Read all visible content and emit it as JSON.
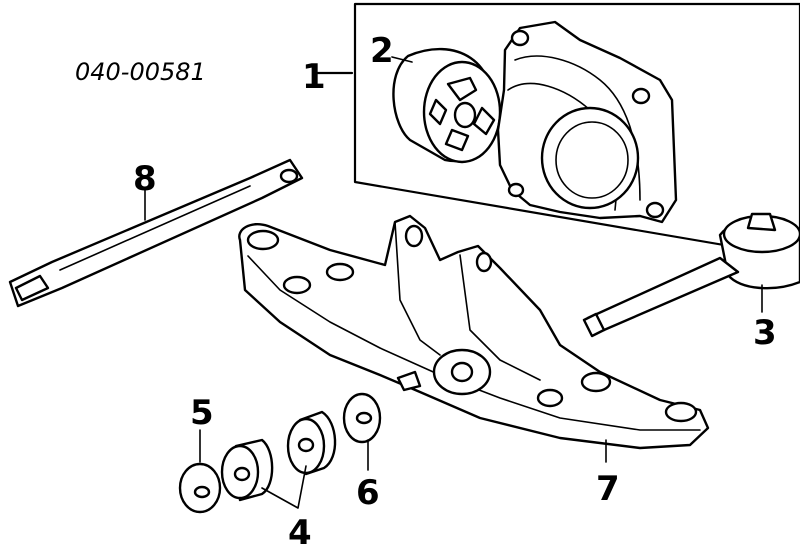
{
  "part_number": "040-00581",
  "callouts": {
    "c1": "1",
    "c2": "2",
    "c3": "3",
    "c4": "4",
    "c5": "5",
    "c6": "6",
    "c7": "7",
    "c8": "8"
  },
  "colors": {
    "line": "#000000",
    "background": "#ffffff"
  }
}
